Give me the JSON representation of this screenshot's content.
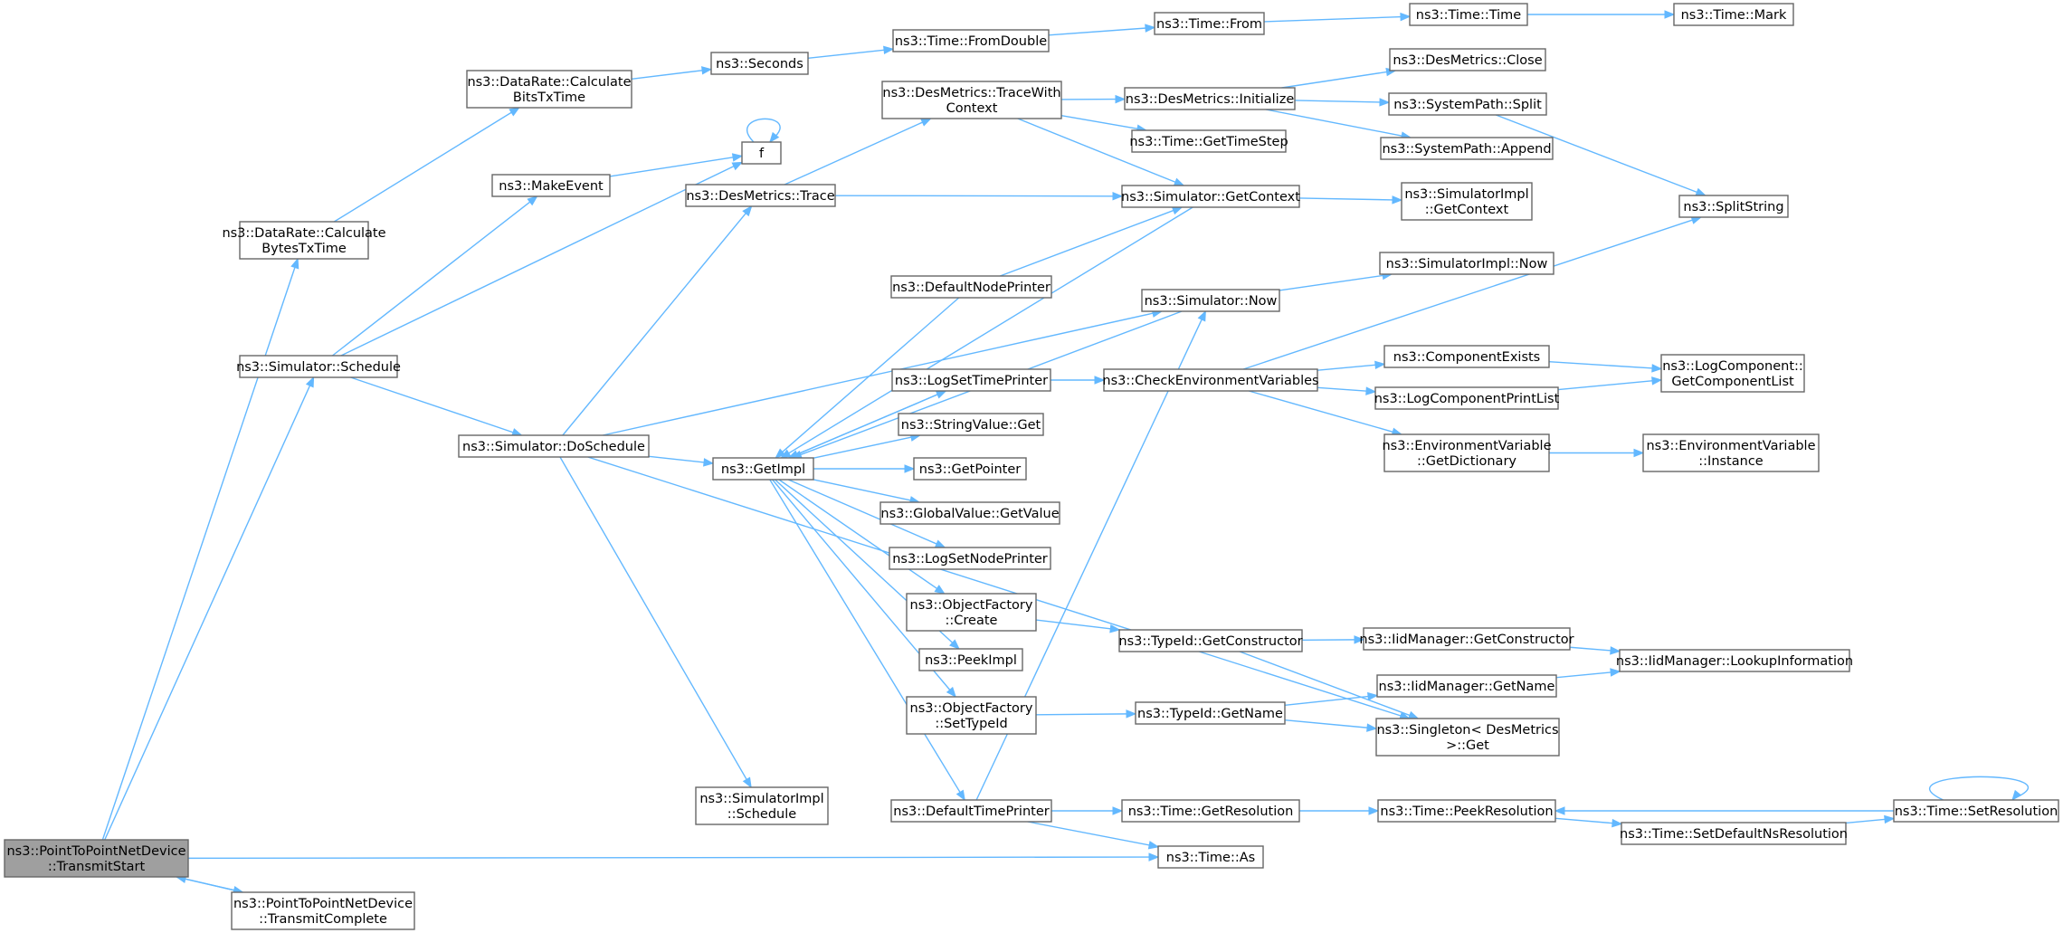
{
  "graph": {
    "colors": {
      "edge": "#63b8ff",
      "node_border": "#666666",
      "root_fill": "#9f9f9f",
      "node_fill": "#ffffff"
    },
    "nodes": [
      {
        "id": "transmit_start",
        "lines": [
          "ns3::PointToPointNetDevice",
          "::TransmitStart"
        ],
        "root": true
      },
      {
        "id": "transmit_complete",
        "lines": [
          "ns3::PointToPointNetDevice",
          "::TransmitComplete"
        ]
      },
      {
        "id": "calc_bytes",
        "lines": [
          "ns3::DataRate::Calculate",
          "BytesTxTime"
        ]
      },
      {
        "id": "sim_schedule",
        "lines": [
          "ns3::Simulator::Schedule"
        ]
      },
      {
        "id": "calc_bits",
        "lines": [
          "ns3::DataRate::Calculate",
          "BitsTxTime"
        ]
      },
      {
        "id": "make_event",
        "lines": [
          "ns3::MakeEvent"
        ]
      },
      {
        "id": "sim_doschedule",
        "lines": [
          "ns3::Simulator::DoSchedule"
        ]
      },
      {
        "id": "seconds",
        "lines": [
          "ns3::Seconds"
        ]
      },
      {
        "id": "f",
        "lines": [
          "f"
        ]
      },
      {
        "id": "desmetrics_trace",
        "lines": [
          "ns3::DesMetrics::Trace"
        ]
      },
      {
        "id": "getimpl",
        "lines": [
          "ns3::GetImpl"
        ]
      },
      {
        "id": "simimpl_schedule",
        "lines": [
          "ns3::SimulatorImpl",
          "::Schedule"
        ]
      },
      {
        "id": "time_fromdouble",
        "lines": [
          "ns3::Time::FromDouble"
        ]
      },
      {
        "id": "trace_with_context",
        "lines": [
          "ns3::DesMetrics::TraceWith",
          "Context"
        ]
      },
      {
        "id": "default_node_printer",
        "lines": [
          "ns3::DefaultNodePrinter"
        ]
      },
      {
        "id": "logset_time_printer",
        "lines": [
          "ns3::LogSetTimePrinter"
        ]
      },
      {
        "id": "stringvalue_get",
        "lines": [
          "ns3::StringValue::Get"
        ]
      },
      {
        "id": "getpointer",
        "lines": [
          "ns3::GetPointer"
        ]
      },
      {
        "id": "globalvalue_getvalue",
        "lines": [
          "ns3::GlobalValue::GetValue"
        ]
      },
      {
        "id": "logset_node_printer",
        "lines": [
          "ns3::LogSetNodePrinter"
        ]
      },
      {
        "id": "objfactory_create",
        "lines": [
          "ns3::ObjectFactory",
          "::Create"
        ]
      },
      {
        "id": "peekimpl",
        "lines": [
          "ns3::PeekImpl"
        ]
      },
      {
        "id": "objfactory_settypeid",
        "lines": [
          "ns3::ObjectFactory",
          "::SetTypeId"
        ]
      },
      {
        "id": "default_time_printer",
        "lines": [
          "ns3::DefaultTimePrinter"
        ]
      },
      {
        "id": "time_from",
        "lines": [
          "ns3::Time::From"
        ]
      },
      {
        "id": "desmetrics_initialize",
        "lines": [
          "ns3::DesMetrics::Initialize"
        ]
      },
      {
        "id": "time_gettimestep",
        "lines": [
          "ns3::Time::GetTimeStep"
        ]
      },
      {
        "id": "sim_getcontext",
        "lines": [
          "ns3::Simulator::GetContext"
        ]
      },
      {
        "id": "sim_now",
        "lines": [
          "ns3::Simulator::Now"
        ]
      },
      {
        "id": "check_env_vars",
        "lines": [
          "ns3::CheckEnvironmentVariables"
        ]
      },
      {
        "id": "typeid_getconstructor",
        "lines": [
          "ns3::TypeId::GetConstructor"
        ]
      },
      {
        "id": "typeid_getname",
        "lines": [
          "ns3::TypeId::GetName"
        ]
      },
      {
        "id": "time_getresolution",
        "lines": [
          "ns3::Time::GetResolution"
        ]
      },
      {
        "id": "time_as",
        "lines": [
          "ns3::Time::As"
        ]
      },
      {
        "id": "time_time",
        "lines": [
          "ns3::Time::Time"
        ]
      },
      {
        "id": "desmetrics_close",
        "lines": [
          "ns3::DesMetrics::Close"
        ]
      },
      {
        "id": "systempath_split",
        "lines": [
          "ns3::SystemPath::Split"
        ]
      },
      {
        "id": "systempath_append",
        "lines": [
          "ns3::SystemPath::Append"
        ]
      },
      {
        "id": "simimpl_getcontext",
        "lines": [
          "ns3::SimulatorImpl",
          "::GetContext"
        ]
      },
      {
        "id": "simimpl_now",
        "lines": [
          "ns3::SimulatorImpl::Now"
        ]
      },
      {
        "id": "component_exists",
        "lines": [
          "ns3::ComponentExists"
        ]
      },
      {
        "id": "logcomponent_printlist",
        "lines": [
          "ns3::LogComponentPrintList"
        ]
      },
      {
        "id": "envvar_getdictionary",
        "lines": [
          "ns3::EnvironmentVariable",
          "::GetDictionary"
        ]
      },
      {
        "id": "iidmanager_getconstructor",
        "lines": [
          "ns3::IidManager::GetConstructor"
        ]
      },
      {
        "id": "iidmanager_getname",
        "lines": [
          "ns3::IidManager::GetName"
        ]
      },
      {
        "id": "singleton_desmetrics_get",
        "lines": [
          "ns3::Singleton< DesMetrics",
          ">::Get"
        ]
      },
      {
        "id": "time_peekresolution",
        "lines": [
          "ns3::Time::PeekResolution"
        ]
      },
      {
        "id": "time_setdefaultnsresolution",
        "lines": [
          "ns3::Time::SetDefaultNsResolution"
        ]
      },
      {
        "id": "time_mark",
        "lines": [
          "ns3::Time::Mark"
        ]
      },
      {
        "id": "splitstring",
        "lines": [
          "ns3::SplitString"
        ]
      },
      {
        "id": "logcomponent_getcomponentlist",
        "lines": [
          "ns3::LogComponent::",
          "GetComponentList"
        ]
      },
      {
        "id": "envvar_instance",
        "lines": [
          "ns3::EnvironmentVariable",
          "::Instance"
        ]
      },
      {
        "id": "iidmanager_lookupinformation",
        "lines": [
          "ns3::IidManager::LookupInformation"
        ]
      },
      {
        "id": "time_setresolution",
        "lines": [
          "ns3::Time::SetResolution"
        ]
      }
    ],
    "edges": [
      [
        "transmit_start",
        "calc_bytes"
      ],
      [
        "transmit_start",
        "sim_schedule"
      ],
      [
        "transmit_start",
        "time_as"
      ],
      [
        "transmit_start",
        "transmit_complete"
      ],
      [
        "transmit_complete",
        "transmit_start"
      ],
      [
        "calc_bytes",
        "calc_bits"
      ],
      [
        "calc_bits",
        "seconds"
      ],
      [
        "seconds",
        "time_fromdouble"
      ],
      [
        "time_fromdouble",
        "time_from"
      ],
      [
        "time_from",
        "time_time"
      ],
      [
        "time_time",
        "time_mark"
      ],
      [
        "sim_schedule",
        "make_event"
      ],
      [
        "sim_schedule",
        "f"
      ],
      [
        "sim_schedule",
        "sim_doschedule"
      ],
      [
        "make_event",
        "f"
      ],
      [
        "f",
        "f"
      ],
      [
        "sim_doschedule",
        "desmetrics_trace"
      ],
      [
        "sim_doschedule",
        "sim_now"
      ],
      [
        "sim_doschedule",
        "getimpl"
      ],
      [
        "sim_doschedule",
        "singleton_desmetrics_get"
      ],
      [
        "sim_doschedule",
        "simimpl_schedule"
      ],
      [
        "desmetrics_trace",
        "trace_with_context"
      ],
      [
        "desmetrics_trace",
        "sim_getcontext"
      ],
      [
        "trace_with_context",
        "desmetrics_initialize"
      ],
      [
        "trace_with_context",
        "time_gettimestep"
      ],
      [
        "trace_with_context",
        "sim_getcontext"
      ],
      [
        "desmetrics_initialize",
        "desmetrics_close"
      ],
      [
        "desmetrics_initialize",
        "systempath_split"
      ],
      [
        "desmetrics_initialize",
        "systempath_append"
      ],
      [
        "systempath_split",
        "splitstring"
      ],
      [
        "sim_getcontext",
        "getimpl"
      ],
      [
        "sim_getcontext",
        "simimpl_getcontext"
      ],
      [
        "default_node_printer",
        "sim_getcontext"
      ],
      [
        "default_node_printer",
        "getimpl"
      ],
      [
        "sim_now",
        "getimpl"
      ],
      [
        "sim_now",
        "simimpl_now"
      ],
      [
        "getimpl",
        "logset_time_printer"
      ],
      [
        "getimpl",
        "stringvalue_get"
      ],
      [
        "getimpl",
        "getpointer"
      ],
      [
        "getimpl",
        "globalvalue_getvalue"
      ],
      [
        "getimpl",
        "logset_node_printer"
      ],
      [
        "getimpl",
        "objfactory_create"
      ],
      [
        "getimpl",
        "peekimpl"
      ],
      [
        "getimpl",
        "objfactory_settypeid"
      ],
      [
        "getimpl",
        "default_time_printer"
      ],
      [
        "logset_time_printer",
        "getimpl"
      ],
      [
        "logset_time_printer",
        "check_env_vars"
      ],
      [
        "check_env_vars",
        "splitstring"
      ],
      [
        "check_env_vars",
        "component_exists"
      ],
      [
        "check_env_vars",
        "logcomponent_printlist"
      ],
      [
        "check_env_vars",
        "envvar_getdictionary"
      ],
      [
        "component_exists",
        "logcomponent_getcomponentlist"
      ],
      [
        "logcomponent_printlist",
        "logcomponent_getcomponentlist"
      ],
      [
        "envvar_getdictionary",
        "envvar_instance"
      ],
      [
        "objfactory_create",
        "typeid_getconstructor"
      ],
      [
        "typeid_getconstructor",
        "iidmanager_getconstructor"
      ],
      [
        "typeid_getconstructor",
        "singleton_desmetrics_get"
      ],
      [
        "iidmanager_getconstructor",
        "iidmanager_lookupinformation"
      ],
      [
        "objfactory_settypeid",
        "typeid_getname"
      ],
      [
        "typeid_getname",
        "iidmanager_getname"
      ],
      [
        "typeid_getname",
        "singleton_desmetrics_get"
      ],
      [
        "iidmanager_getname",
        "iidmanager_lookupinformation"
      ],
      [
        "default_time_printer",
        "sim_now"
      ],
      [
        "default_time_printer",
        "time_getresolution"
      ],
      [
        "default_time_printer",
        "time_as"
      ],
      [
        "time_getresolution",
        "time_peekresolution"
      ],
      [
        "time_peekresolution",
        "time_setdefaultnsresolution"
      ],
      [
        "time_setdefaultnsresolution",
        "time_setresolution"
      ],
      [
        "time_setresolution",
        "time_peekresolution"
      ],
      [
        "time_setresolution",
        "time_setresolution"
      ]
    ]
  }
}
